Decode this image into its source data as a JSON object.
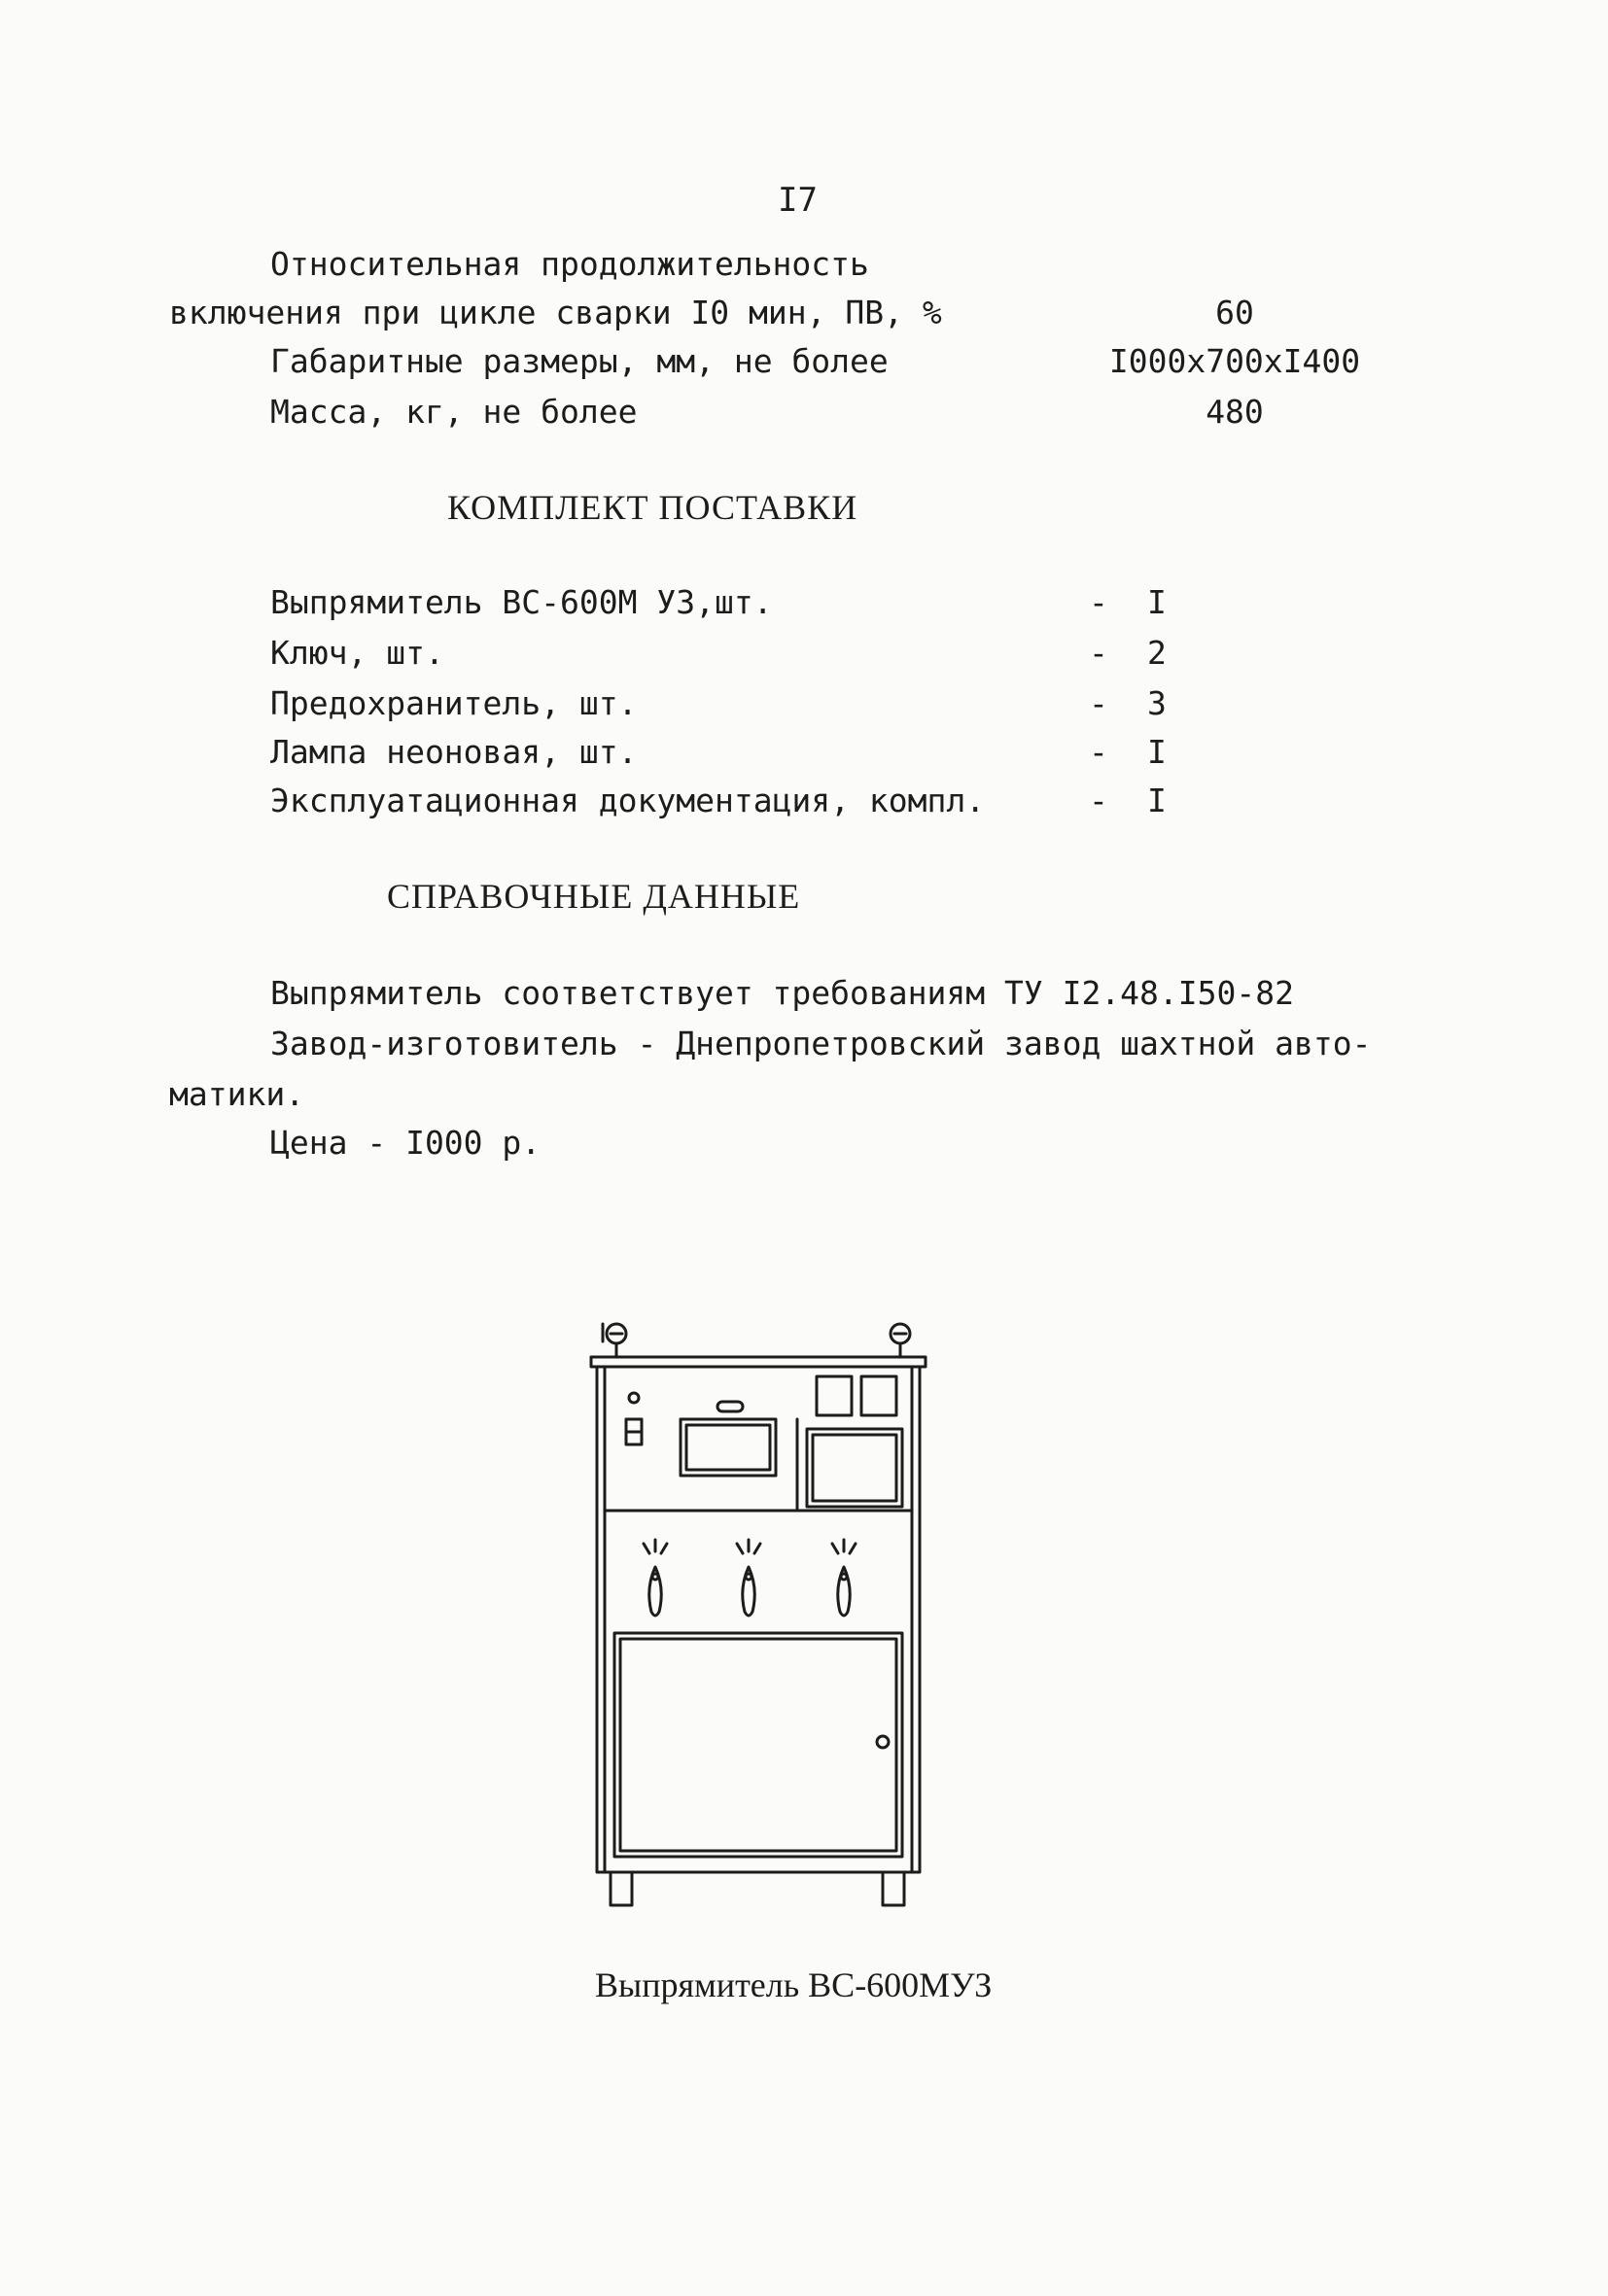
{
  "page_number": "I7",
  "specs": [
    {
      "label_line1": "Относительная продолжительность",
      "label_line2": "включения при цикле сварки I0 мин, ПВ, %",
      "value": "60"
    },
    {
      "label": "Габаритные размеры, мм, не более",
      "value": "I000x700xI400"
    },
    {
      "label": "Масса, кг, не более",
      "value": "480"
    }
  ],
  "delivery": {
    "heading": "КОМПЛЕКТ ПОСТАВКИ",
    "items": [
      {
        "label": "Выпрямитель ВС-600М УЗ,шт.",
        "dash": "-",
        "qty": "I"
      },
      {
        "label": "Ключ, шт.",
        "dash": "-",
        "qty": "2"
      },
      {
        "label": "Предохранитель, шт.",
        "dash": "-",
        "qty": "3"
      },
      {
        "label": "Лампа неоновая, шт.",
        "dash": "-",
        "qty": "I"
      },
      {
        "label": "Эксплуатационная документация, компл.",
        "dash": "-",
        "qty": "I"
      }
    ]
  },
  "reference": {
    "heading": "СПРАВОЧНЫЕ ДАННЫЕ",
    "p1": "Выпрямитель соответствует требованиям ТУ I2.48.I50-82",
    "p2_line1": "Завод-изготовитель - Днепропетровский завод шахтной авто-",
    "p2_line2": "матики.",
    "p3": "Цена - I000 р."
  },
  "figure": {
    "caption": "Выпрямитель ВС-600МУЗ",
    "line_color": "#1c1c1c",
    "icons": [
      "lifting-eye-icon",
      "switch-handle-icon",
      "indicator-lamp-icon",
      "door-knob-icon"
    ]
  }
}
